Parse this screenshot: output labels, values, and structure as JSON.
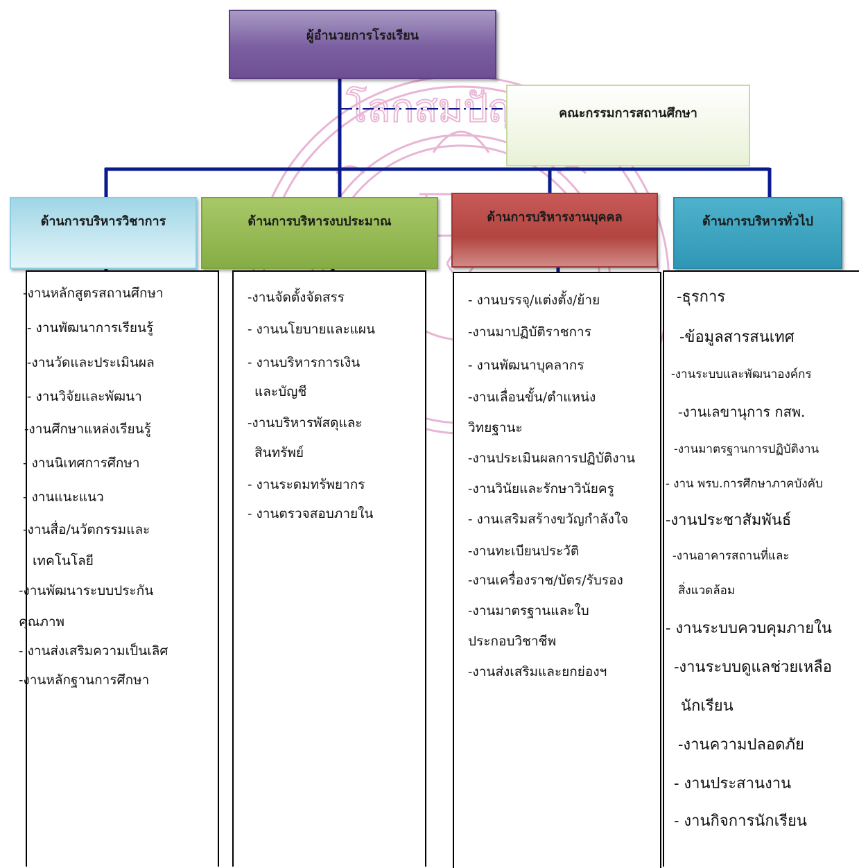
{
  "colors": {
    "director": "#7a5ea0",
    "committee": "#e9f1d6",
    "academic": "#9fd6e6",
    "budget": "#92b74f",
    "personnel": "#b8504c",
    "general": "#3aa4c2",
    "connector": "#0a1a8c",
    "watermark": "#d77ab3"
  },
  "org": {
    "director": "ผู้อำนวยการโรงเรียน",
    "committee": "คณะกรรมการสถานศึกษา",
    "watermark_text": "โลกสมปัญญา"
  },
  "departments": [
    {
      "title": "ด้านการบริหารวิชาการ",
      "items": [
        "-งานหลักสูตรสถานศึกษา",
        "- งานพัฒนาการเรียนรู้",
        "-งานวัดและประเมินผล",
        "- งานวิจัยและพัฒนา",
        "-งานศึกษาแหล่งเรียนรู้",
        "- งานนิเทศการศึกษา",
        "- งานแนะแนว",
        "-งานสื่อ/นวัตกรรมและ",
        "เทคโนโลยี",
        "-งานพัฒนาระบบประกัน",
        "คุณภาพ",
        "- งานส่งเสริมความเป็นเลิศ",
        "-งานหลักฐานการศึกษา"
      ]
    },
    {
      "title": "ด้านการบริหารงบประมาณ",
      "items": [
        "-งานจัดตั้งจัดสรร",
        "- งานนโยบายและแผน",
        "- งานบริหารการเงิน",
        "และบัญชี",
        "-งานบริหารพัสดุและ",
        "สินทรัพย์",
        "- งานระดมทรัพยากร",
        "- งานตรวจสอบภายใน"
      ]
    },
    {
      "title": "ด้านการบริหารงานบุคคล",
      "items": [
        "- งานบรรจุ/แต่งตั้ง/ย้าย",
        "-งานมาปฏิบัติราชการ",
        "- งานพัฒนาบุคลากร",
        "-งานเลื่อนขั้น/ตำแหน่ง",
        "วิทยฐานะ",
        "-งานประเมินผลการปฏิบัติงาน",
        "-งานวินัยและรักษาวินัยครู",
        "- งานเสริมสร้างขวัญกำลังใจ",
        "-งานทะเบียนประวัติ",
        "-งานเครื่องราช/บัตร/รับรอง",
        "-งานมาตรฐานและใบ",
        "ประกอบวิชาชีพ",
        "-งานส่งเสริมและยกย่องฯ"
      ]
    },
    {
      "title": "ด้านการบริหารทั่วไป",
      "items": [
        "-ธุรการ",
        "-ข้อมูลสารสนเทศ",
        "-งานระบบและพัฒนาองค์กร",
        "-งานเลขานุการ กสพ.",
        "-งานมาตรฐานการปฏิบัติงาน",
        "- งาน พรบ.การศึกษาภาคบังคับ",
        "-งานประชาสัมพันธ์",
        "-งานอาคารสถานที่และ",
        "สิ่งแวดล้อม",
        "- งานระบบควบคุมภายใน",
        "-งานระบบดูแลช่วยเหลือ",
        "นักเรียน",
        "-งานความปลอดภัย",
        "- งานประสานงาน",
        "- งานกิจการนักเรียน"
      ]
    }
  ]
}
